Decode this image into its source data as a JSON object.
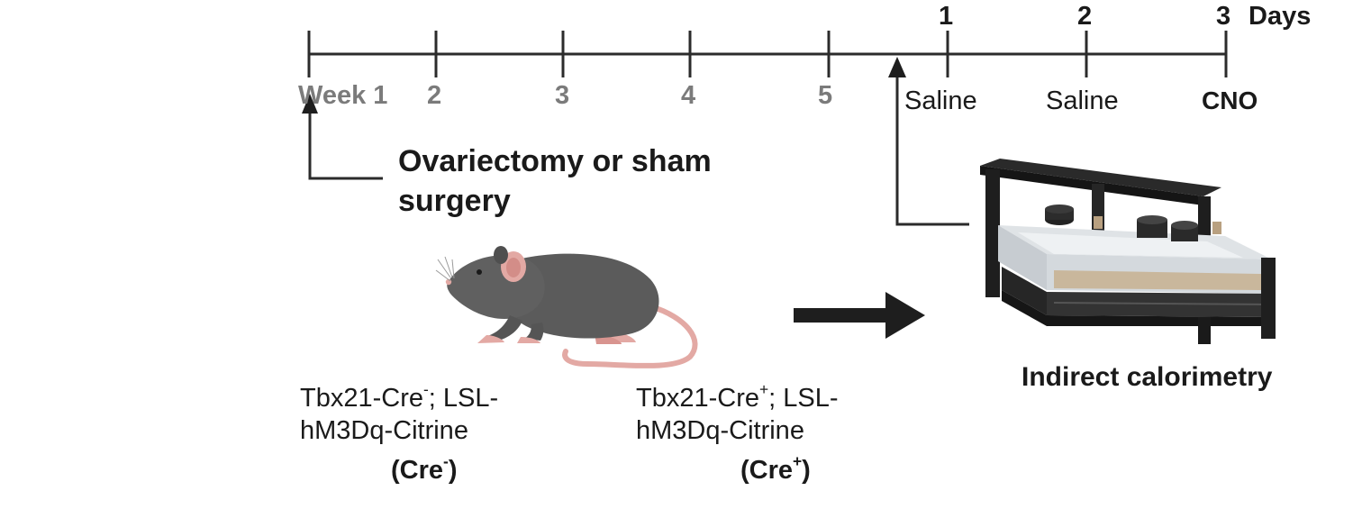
{
  "timeline": {
    "weeks": [
      "Week 1",
      "2",
      "3",
      "4",
      "5"
    ],
    "days": [
      "1",
      "2",
      "3"
    ],
    "days_unit": "Days",
    "treatments": [
      "Saline",
      "Saline",
      "CNO"
    ]
  },
  "surgery_label": "Ovariectomy or sham surgery",
  "calorimetry_label": "Indirect calorimetry",
  "genotypes": [
    {
      "line1_prefix": "Tbx21-Cre",
      "line1_sup": "-",
      "line1_suffix": "; LSL-",
      "line2": "hM3Dq-Citrine",
      "tag_prefix": "(Cre",
      "tag_sup": "-",
      "tag_suffix": ")"
    },
    {
      "line1_prefix": "Tbx21-Cre",
      "line1_sup": "+",
      "line1_suffix": "; LSL-",
      "line2": "hM3Dq-Citrine",
      "tag_prefix": "(Cre",
      "tag_sup": "+",
      "tag_suffix": ")"
    }
  ],
  "colors": {
    "line": "#2b2b2b",
    "week_text": "#7b7b7b",
    "mouse_body": "#5b5b5b",
    "mouse_pink": "#e3a9a4",
    "arrow": "#1e1e1e"
  },
  "icons": [
    "mouse-illustration",
    "calorimetry-cage-illustration",
    "right-arrow-icon"
  ]
}
